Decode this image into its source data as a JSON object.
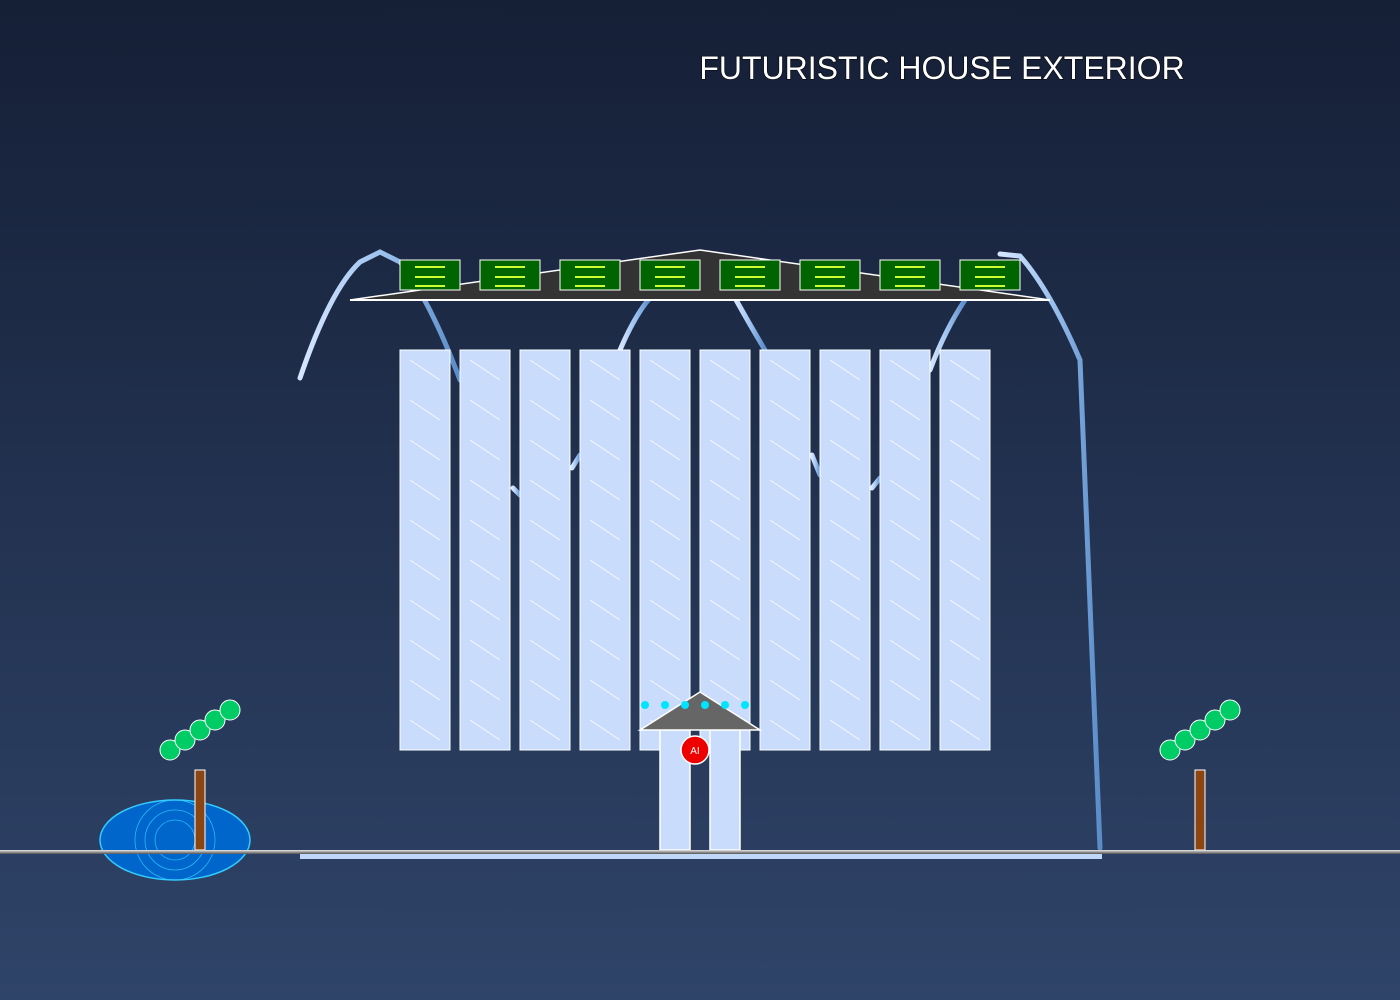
{
  "title": "FUTURISTIC HOUSE EXTERIOR",
  "colors": {
    "sky_top": "#151f36",
    "sky_bottom": "#2f4469",
    "glass_panel": "#c9dcfb",
    "glass_stroke": "#ffffff",
    "roof": "#333333",
    "solar_panel": "#006400",
    "solar_line": "#ccff33",
    "arch": "#a8c8f0",
    "ground_line": "#aaaaaa",
    "foundation": "#c0d8f8",
    "door": "#c9dcfb",
    "canopy": "#666666",
    "led": "#00e5ff",
    "ai_badge": "#ee0000",
    "pond": "#0066cc",
    "pond_rim": "#33ccff",
    "tree_trunk": "#8b4513",
    "tree_leaf": "#00cc66"
  },
  "house": {
    "glass_panel_count": 10,
    "solar_panel_count": 8,
    "ai_badge_label": "AI",
    "led_light_count": 6
  },
  "landscape": {
    "trees": [
      {
        "position": "left",
        "leaf_count": 5
      },
      {
        "position": "right",
        "leaf_count": 5
      }
    ],
    "pond": {
      "position": "left",
      "ripple_count": 3
    }
  }
}
